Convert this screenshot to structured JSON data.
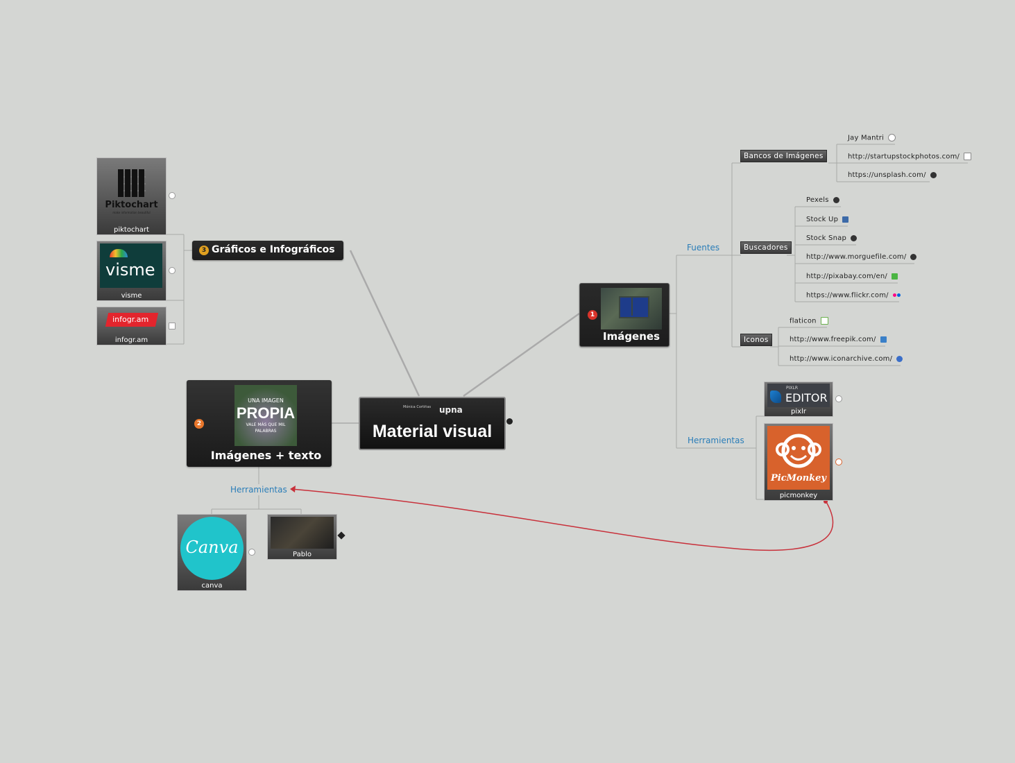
{
  "central": {
    "title": "Material visual",
    "logo_left": "Mónica Cortiñas",
    "logo_right": "upna"
  },
  "branch1": {
    "number": "1",
    "title": "Imágenes",
    "fuentes_label": "Fuentes",
    "herramientas_label": "Herramientas",
    "bancos": {
      "label": "Bancos de Imágenes",
      "items": [
        "Jay Mantri",
        "http://startupstockphotos.com/",
        "https://unsplash.com/"
      ]
    },
    "buscadores": {
      "label": "Buscadores",
      "items": [
        "Pexels",
        "Stock Up",
        "Stock Snap",
        "http://www.morguefile.com/",
        "http://pixabay.com/en/",
        "https://www.flickr.com/"
      ]
    },
    "iconos": {
      "label": "Iconos",
      "items": [
        "flaticon",
        "http://www.freepik.com/",
        "http://www.iconarchive.com/"
      ]
    },
    "tools": [
      {
        "caption": "pixlr",
        "logo_small": "PIXLR",
        "logo_big": "EDITOR"
      },
      {
        "caption": "picmonkey",
        "logo": "PicMonkey"
      }
    ]
  },
  "branch2": {
    "number": "2",
    "title": "Imágenes + texto",
    "image_text": [
      "UNA IMAGEN",
      "PROPIA",
      "VALE MÁS QUE MIL",
      "PALABRAS"
    ],
    "herramientas_label": "Herramientas",
    "tools": [
      {
        "caption": "canva",
        "logo": "Canva"
      },
      {
        "caption": "Pablo"
      }
    ]
  },
  "branch3": {
    "number": "3",
    "title": "Gráficos e Infográficos",
    "tools": [
      {
        "caption": "piktochart",
        "logo": "Piktochart",
        "tagline": "make information beautiful"
      },
      {
        "caption": "visme",
        "logo": "visme"
      },
      {
        "caption": "infogr.am",
        "logo": "infogr.am"
      }
    ]
  },
  "colors": {
    "background": "#d4d6d3",
    "link_blue": "#2a7db8",
    "relation_red": "#c8303a",
    "number_red": "#d9342b",
    "number_orange": "#e8762b",
    "number_yellow": "#e0a020",
    "canva_teal": "#20c4cb",
    "picmonkey_orange": "#d8622c",
    "visme_dark": "#0f3d3b"
  }
}
